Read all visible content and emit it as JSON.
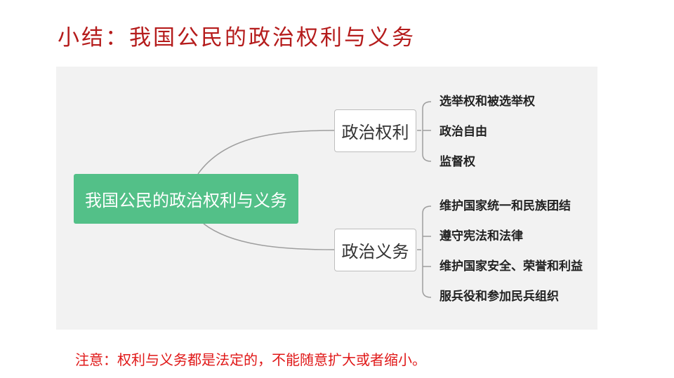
{
  "title": "小结：我国公民的政治权利与义务",
  "mindmap": {
    "root": "我国公民的政治权利与义务",
    "branches": [
      {
        "label": "政治权利",
        "items": [
          "选举权和被选举权",
          "政治自由",
          "监督权"
        ]
      },
      {
        "label": "政治义务",
        "items": [
          "维护国家统一和民族团结",
          "遵守宪法和法律",
          "维护国家安全、荣誉和利益",
          "服兵役和参加民兵组织"
        ]
      }
    ]
  },
  "note": "注意：权利与义务都是法定的，不能随意扩大或者缩小。",
  "colors": {
    "title": "#b51c1c",
    "root_fill": "#53c088",
    "note": "#e01818",
    "panel": "#f2f2f2",
    "connector": "#9e9e9e"
  }
}
